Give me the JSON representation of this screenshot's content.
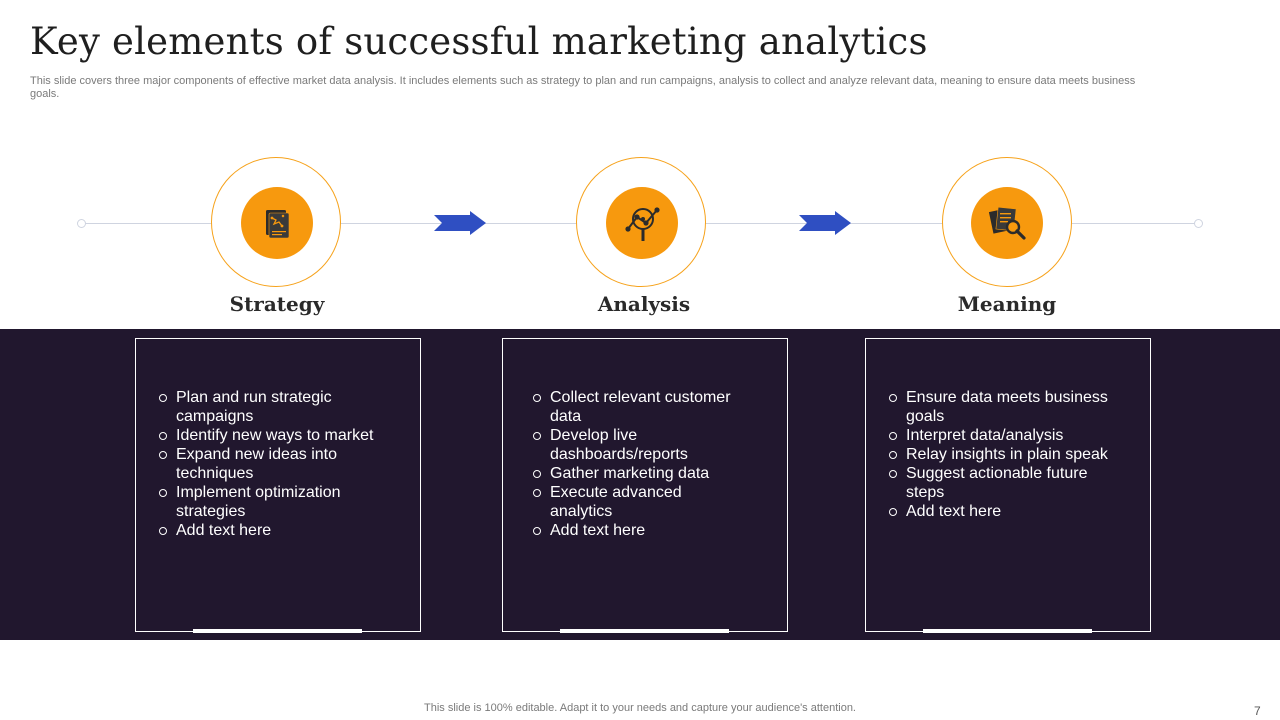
{
  "title": "Key elements of successful marketing analytics",
  "subtitle": "This slide covers three major components of effective market data analysis. It includes elements such as strategy to plan and run campaigns, analysis to collect and analyze relevant data, meaning to ensure data meets business goals.",
  "colors": {
    "accent": "#f7990e",
    "ring": "#f6a21b",
    "arrow": "#2f4fc2",
    "band": "#21172e"
  },
  "steps": [
    {
      "label": "Strategy",
      "icon": "strategy-document-icon",
      "bullets": [
        "Plan and run strategic campaigns",
        "Identify  new ways to market",
        "Expand new ideas into techniques",
        "Implement optimization strategies",
        "Add text here"
      ]
    },
    {
      "label": "Analysis",
      "icon": "analytics-magnifier-icon",
      "bullets": [
        "Collect relevant customer data",
        "Develop live dashboards/reports",
        "Gather marketing data",
        "Execute advanced analytics",
        "Add text here"
      ]
    },
    {
      "label": "Meaning",
      "icon": "documents-search-icon",
      "bullets": [
        "Ensure data meets business goals",
        "Interpret  data/analysis",
        "Relay insights in plain speak",
        "Suggest actionable future steps",
        "Add text here"
      ]
    }
  ],
  "footer": "This slide is 100% editable. Adapt it to your needs and capture your audience's attention.",
  "page_number": "7"
}
